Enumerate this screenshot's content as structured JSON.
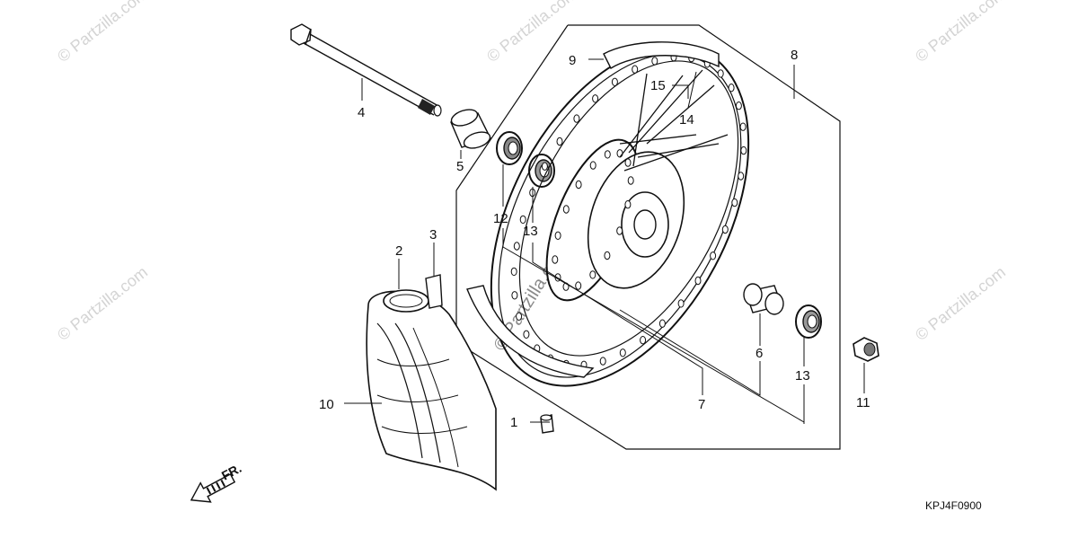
{
  "diagram": {
    "code": "KPJ4F0900",
    "direction_label": "FR.",
    "watermark": "© Partzilla.com",
    "colors": {
      "line": "#111111",
      "watermark": "#d4d4d4",
      "background": "#ffffff"
    },
    "callouts": [
      {
        "id": "1",
        "label": "1"
      },
      {
        "id": "2",
        "label": "2"
      },
      {
        "id": "3",
        "label": "3"
      },
      {
        "id": "4",
        "label": "4"
      },
      {
        "id": "5",
        "label": "5"
      },
      {
        "id": "6",
        "label": "6"
      },
      {
        "id": "7",
        "label": "7"
      },
      {
        "id": "8",
        "label": "8"
      },
      {
        "id": "9",
        "label": "9"
      },
      {
        "id": "10",
        "label": "10"
      },
      {
        "id": "11",
        "label": "11"
      },
      {
        "id": "12",
        "label": "12"
      },
      {
        "id": "13a",
        "label": "13"
      },
      {
        "id": "13b",
        "label": "13"
      },
      {
        "id": "14",
        "label": "14"
      },
      {
        "id": "15",
        "label": "15"
      }
    ]
  }
}
